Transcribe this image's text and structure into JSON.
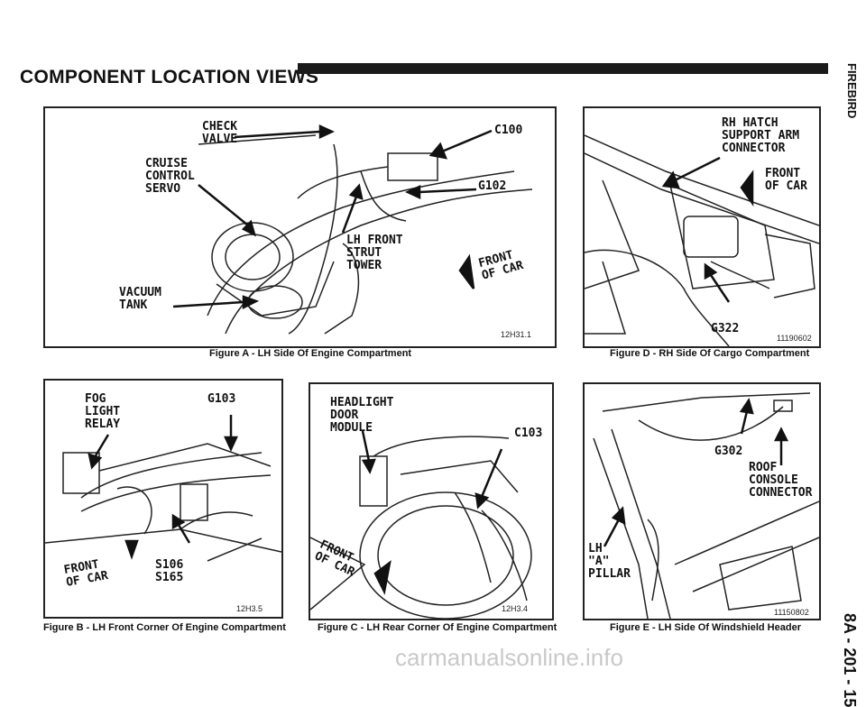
{
  "header": {
    "title": "COMPONENT LOCATION VIEWS",
    "side_brand": "FIREBIRD",
    "page_number": "8A - 201 - 15"
  },
  "figures": {
    "a": {
      "caption": "Figure A - LH Side Of Engine Compartment",
      "code": "12H31.1",
      "labels": {
        "check_valve": "CHECK\nVALVE",
        "c100": "C100",
        "cruise": "CRUISE\nCONTROL\nSERVO",
        "g102": "G102",
        "lh_front": "LH FRONT\nSTRUT\nTOWER",
        "front": "FRONT\nOF CAR",
        "vacuum": "VACUUM\nTANK"
      }
    },
    "b": {
      "caption": "Figure B - LH Front Corner Of Engine Compartment",
      "code": "12H3.5",
      "labels": {
        "fog": "FOG\nLIGHT\nRELAY",
        "g103": "G103",
        "front": "FRONT\nOF CAR",
        "s106": "S106\nS165"
      }
    },
    "c": {
      "caption": "Figure C - LH Rear Corner Of Engine Compartment",
      "code": "12H3.4",
      "labels": {
        "headlight": "HEADLIGHT\nDOOR\nMODULE",
        "c103": "C103",
        "front": "FRONT\nOF CAR"
      }
    },
    "d": {
      "caption": "Figure D - RH Side Of Cargo Compartment",
      "code": "11190602",
      "labels": {
        "rh_hatch": "RH HATCH\nSUPPORT ARM\nCONNECTOR",
        "front": "FRONT\nOF CAR",
        "g322": "G322"
      }
    },
    "e": {
      "caption": "Figure E - LH Side Of Windshield Header",
      "code": "11150802",
      "labels": {
        "g302": "G302",
        "roof": "ROOF\nCONSOLE\nCONNECTOR",
        "lh_pillar": "LH\n\"A\"\nPILLAR"
      }
    }
  },
  "watermark": "carmanualsonline.info"
}
